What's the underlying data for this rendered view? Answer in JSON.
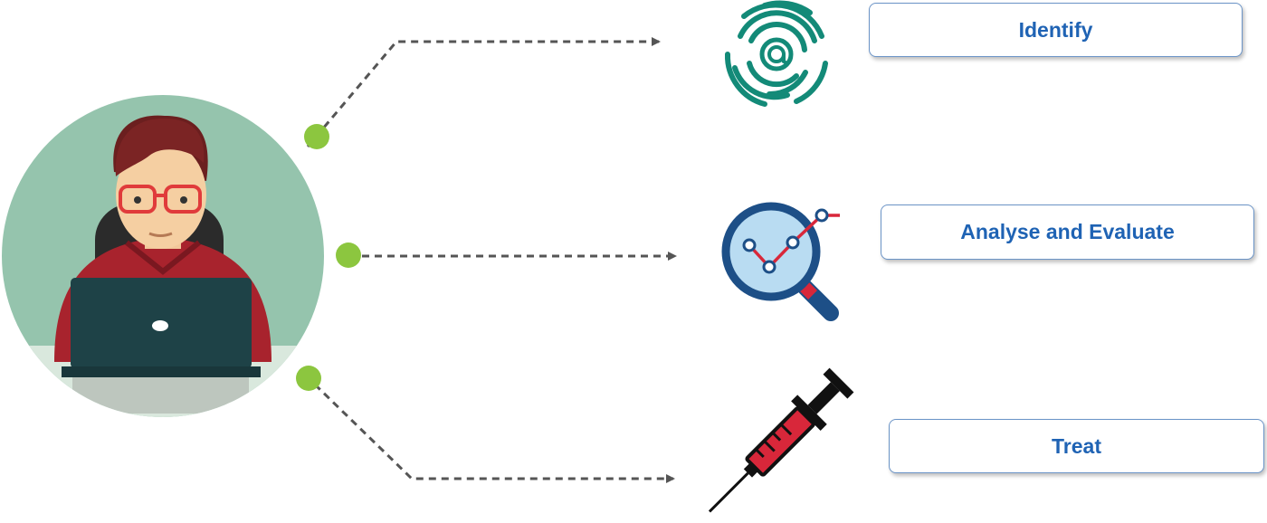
{
  "steps": [
    {
      "id": "identify",
      "label": "Identify",
      "icon": "fingerprint-at-icon"
    },
    {
      "id": "analyse",
      "label": "Analyse and Evaluate",
      "icon": "magnifier-chart-icon"
    },
    {
      "id": "treat",
      "label": "Treat",
      "icon": "syringe-icon"
    }
  ],
  "colors": {
    "connector_dot": "#8cc63f",
    "connector_line": "#555555",
    "box_border": "#6b94c7",
    "box_text": "#1f63b4",
    "avatar_background": "#95c4ad",
    "fingerprint": "#138a78",
    "magnifier_ring": "#1d4f87",
    "magnifier_glass": "#b9dcf2",
    "chart_line": "#d8273a",
    "syringe_barrel": "#d8273a",
    "syringe_dark": "#111111"
  }
}
